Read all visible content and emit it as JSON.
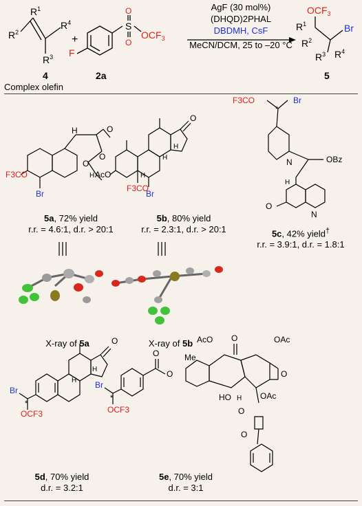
{
  "scheme": {
    "reactant_olefin": {
      "id": "4",
      "r1": "R",
      "r1s": "1",
      "r2": "R",
      "r2s": "2",
      "r3": "R",
      "r3s": "3",
      "r4": "R",
      "r4s": "4",
      "plus": "+"
    },
    "reagent": {
      "id": "2a",
      "group": "OCF",
      "group_sub": "3",
      "s": "S",
      "o": "O",
      "f": "F"
    },
    "conditions": {
      "line1": "AgF (30 mol%)",
      "line2": "(DHQD)2PHAL",
      "line3": "DBDMH, CsF",
      "line4": "MeCN/DCM, 25 to –20 °C",
      "line3_color": "#1f2fd6"
    },
    "product": {
      "id": "5",
      "ocf3": "OCF",
      "sub3": "3",
      "br": "Br",
      "r1": "R",
      "r1s": "1",
      "r2": "R",
      "r2s": "2",
      "r3": "R",
      "r3s": "3",
      "r4": "R",
      "r4s": "4"
    },
    "caption": "Complex olefin"
  },
  "compounds": [
    {
      "id": "5a",
      "yield_text": ", 72% yield",
      "selectivity": "r.r. = 4.6:1, d.r. > 20:1"
    },
    {
      "id": "5b",
      "yield_text": ", 80% yield",
      "selectivity": "r.r. = 2.3:1, d.r. > 20:1"
    },
    {
      "id": "5c",
      "yield_text": ", 42% yield",
      "dagger": "†",
      "selectivity": "r.r. = 3.9:1, d.r. =  1.8:1"
    },
    {
      "id": "5d",
      "yield_text": ", 70% yield",
      "selectivity": "d.r. = 3.2:1"
    },
    {
      "id": "5e",
      "yield_text": ", 70% yield",
      "selectivity": "d.r. = 3:1"
    }
  ],
  "xray": [
    {
      "prefix": "X-ray of ",
      "id": "5a"
    },
    {
      "prefix": "X-ray of ",
      "id": "5b"
    }
  ],
  "atom_labels": {
    "f3co": "F3CO",
    "ocf3": "OCF3",
    "br": "Br",
    "aco": "AcO",
    "oac": "OAc",
    "obz": "OBz",
    "ho": "HO",
    "h": "H",
    "o": "O",
    "n": "N",
    "me": "Me",
    "star": "*"
  },
  "colors": {
    "oxygen_group": "#e0201b",
    "bromine": "#1f2fd6",
    "text": "#000000",
    "background": "#f6f1ea"
  }
}
